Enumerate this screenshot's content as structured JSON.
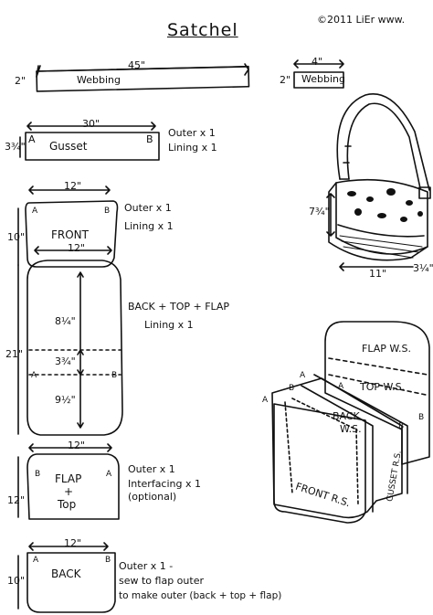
{
  "title": "Satchel",
  "copyright": "©2011 LiEr www.",
  "pieces": {
    "webbing_long": {
      "width": "45\"",
      "height": "2\"",
      "name": "Webbing"
    },
    "webbing_short": {
      "width": "4\"",
      "height": "2\"",
      "name": "Webbing"
    },
    "gusset": {
      "width": "30\"",
      "height": "3¾\"",
      "name": "Gusset",
      "mark_left": "A",
      "mark_right": "B",
      "cut1": "Outer x 1",
      "cut2": "Lining x 1"
    },
    "front": {
      "width": "12\"",
      "height": "10\"",
      "name": "FRONT",
      "mark_a": "A",
      "mark_b": "B",
      "cut1": "Outer x 1",
      "cut2": "Lining x 1"
    },
    "back_top_flap": {
      "width": "12\"",
      "height": "21\"",
      "seg_top": "8¼\"",
      "seg_mid": "3¾\"",
      "seg_bottom": "9½\"",
      "mark_a": "A",
      "mark_b": "B",
      "cut1": "BACK + TOP + FLAP",
      "cut2": "Lining x 1"
    },
    "flap_top": {
      "width": "12\"",
      "height": "12\"",
      "name1": "FLAP",
      "name2": "+",
      "name3": "Top",
      "mark_a": "A",
      "mark_b": "B",
      "cut1": "Outer x 1",
      "cut2": "Interfacing x 1",
      "cut3": "(optional)"
    },
    "back": {
      "width": "12\"",
      "height": "10\"",
      "name": "BACK",
      "mark_a": "A",
      "mark_b": "B",
      "cut1": "Outer x 1 -",
      "cut2": "sew to flap outer",
      "cut3": "to make outer (back + top + flap)"
    }
  },
  "bag": {
    "height": "7¾\"",
    "width": "11\"",
    "depth": "3¼\""
  },
  "assembly": {
    "flap": "FLAP W.S.",
    "top": "TOP W.S.",
    "back1": "BACK",
    "back2": "W.S.",
    "front": "FRONT R.S.",
    "gusset": "GUSSET R.S.",
    "mark_a": "A",
    "mark_b": "B"
  }
}
